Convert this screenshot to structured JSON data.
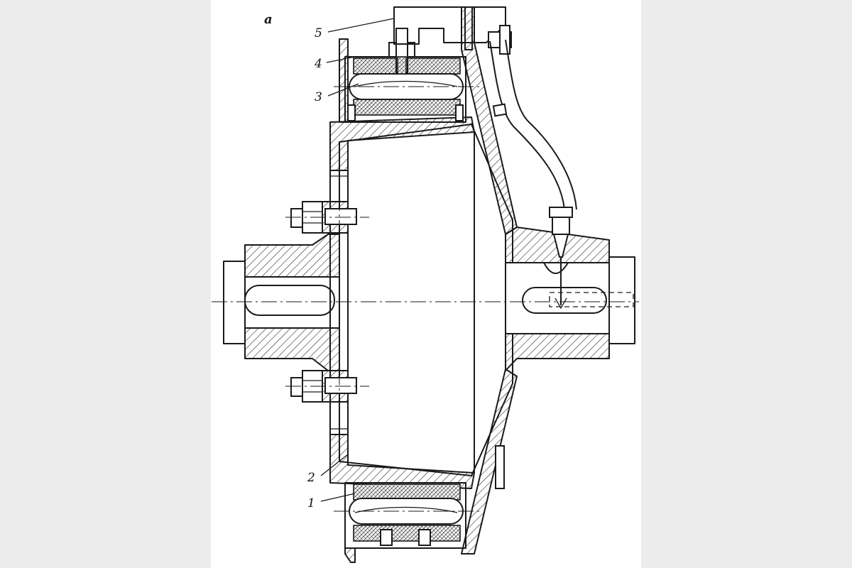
{
  "figure": {
    "panel_letter": "a",
    "callouts": [
      "5",
      "4",
      "3",
      "2",
      "1"
    ]
  }
}
